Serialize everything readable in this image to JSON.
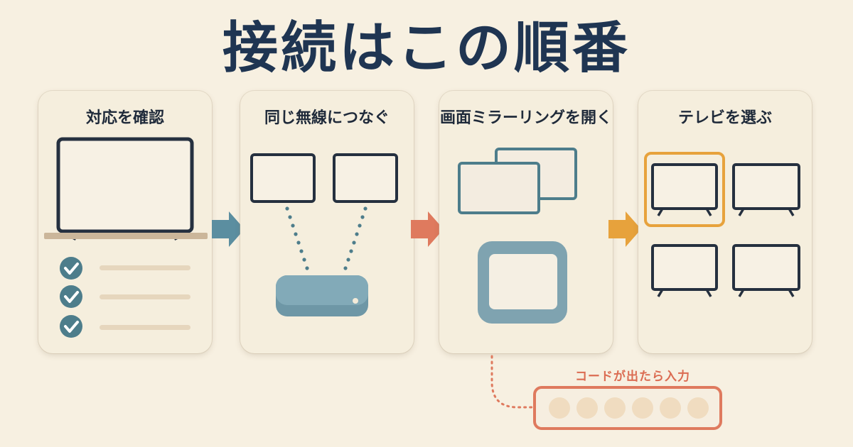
{
  "title": "接続はこの順番",
  "steps": [
    {
      "label": "対応を確認"
    },
    {
      "label": "同じ無線につなぐ"
    },
    {
      "label": "画面ミラーリングを開く"
    },
    {
      "label": "テレビを選ぶ"
    }
  ],
  "code_hint": "コードが出たら入力",
  "colors": {
    "title": "#1f3552",
    "arrow_1": "#5b8ea0",
    "arrow_2": "#df7a5e",
    "arrow_3": "#e7a23c",
    "check": "#4d7d8b",
    "router": "#7fa6b5",
    "highlight": "#e7a23c",
    "code_border": "#df7a5e"
  },
  "icons": [
    "tv-icon",
    "check-icon",
    "monitor-icon",
    "router-icon",
    "window-icon",
    "phone-icon",
    "arrow-right-icon"
  ]
}
